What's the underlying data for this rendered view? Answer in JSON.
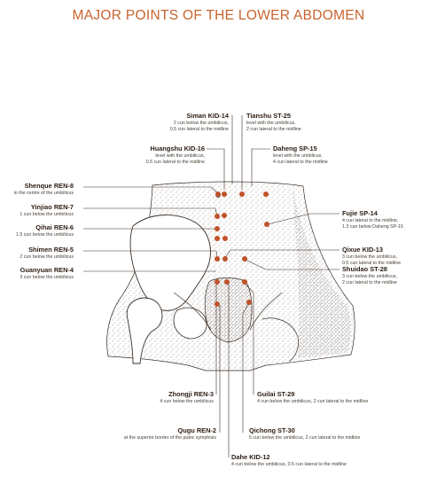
{
  "title": "MAJOR POINTS OF THE LOWER ABDOMEN",
  "colors": {
    "title": "#c8642e",
    "point": "#c0522a",
    "line": "#3a2e26"
  },
  "points": [
    {
      "id": "siman",
      "name": "Siman KID-14",
      "desc": [
        "2 cun below the umbilicus,",
        "0.5 cun lateral to the midline"
      ]
    },
    {
      "id": "tianshu",
      "name": "Tianshu ST-25",
      "desc": [
        "level with the umbilicus,",
        "2 cun lateral to the midline"
      ]
    },
    {
      "id": "huangshu",
      "name": "Huangshu KID-16",
      "desc": [
        "level with the umbilicus,",
        "0.5 cun lateral to the midline"
      ]
    },
    {
      "id": "daheng",
      "name": "Daheng SP-15",
      "desc": [
        "level with the umbilicus,",
        "4 cun lateral to the midline"
      ]
    },
    {
      "id": "shenque",
      "name": "Shenque REN-8",
      "desc": [
        "in the centre of the umbilicus"
      ]
    },
    {
      "id": "yinjiao",
      "name": "Yinjiao REN-7",
      "desc": [
        "1 cun below the umbilicus"
      ]
    },
    {
      "id": "fujie",
      "name": "Fujie SP-14",
      "desc": [
        "4 cun lateral to the midline,",
        "1.3 cun below Daheng SP-15"
      ]
    },
    {
      "id": "qihai",
      "name": "Qihai REN-6",
      "desc": [
        "1.5 cun below the umbilicus"
      ]
    },
    {
      "id": "shimen",
      "name": "Shimen REN-5",
      "desc": [
        "2 cun below the umbilicus"
      ]
    },
    {
      "id": "qixue",
      "name": "Qixue KID-13",
      "desc": [
        "3 cun below the umbilicus,",
        "0.5 cun lateral to the midline"
      ]
    },
    {
      "id": "guanyuan",
      "name": "Guanyuan REN-4",
      "desc": [
        "3 cun below the umbilicus"
      ]
    },
    {
      "id": "shuidao",
      "name": "Shuidao ST-28",
      "desc": [
        "3 cun below the umbilicus,",
        "2 cun lateral to the midline"
      ]
    },
    {
      "id": "zhongji",
      "name": "Zhongji REN-3",
      "desc": [
        "4 cun below the umbilicus"
      ]
    },
    {
      "id": "guilai",
      "name": "Guilai ST-29",
      "desc": [
        "4 cun below the umbilicus, 2 cun lateral to the midline"
      ]
    },
    {
      "id": "qugu",
      "name": "Qugu REN-2",
      "desc": [
        "at the superior border of the pubic symphisis"
      ]
    },
    {
      "id": "qichong",
      "name": "Qichong ST-30",
      "desc": [
        "5 cun below the umbilicus, 2 cun lateral to the midline"
      ]
    },
    {
      "id": "dahe",
      "name": "Dahe KID-12",
      "desc": [
        "4 cun below the umbilicus, 0.5 cun lateral to the midline"
      ]
    }
  ]
}
